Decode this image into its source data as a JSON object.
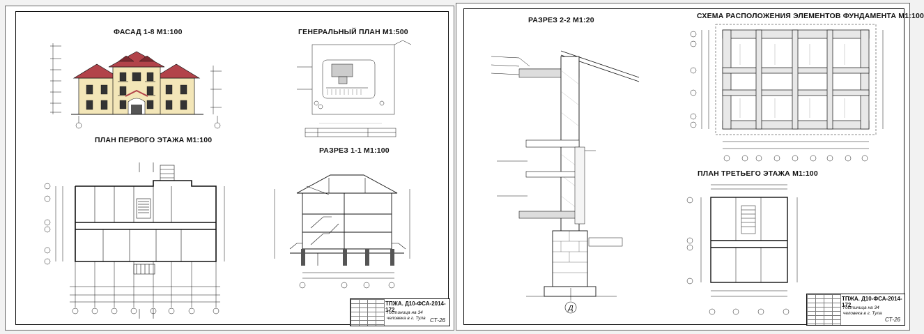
{
  "sheet_left": {
    "views": {
      "facade": "ФАСАД 1-8 М1:100",
      "site_plan": "ГЕНЕРАЛЬНЫЙ ПЛАН М1:500",
      "floor1": "ПЛАН ПЕРВОГО ЭТАЖА М1:100",
      "section11": "РАЗРЕЗ 1-1 М1:100"
    },
    "stamp": {
      "code": "ТПЖА. Д10-ФСА-2014-172",
      "name_line1": "Гостиница на 34",
      "name_line2": "человека в г. Тула",
      "sheet": "СТ-26"
    }
  },
  "sheet_right": {
    "views": {
      "section22": "РАЗРЕЗ 2-2 М1:20",
      "foundation": "СХЕМА РАСПОЛОЖЕНИЯ ЭЛЕМЕНТОВ ФУНДАМЕНТА М1:100",
      "floor3": "ПЛАН ТРЕТЬЕГО ЭТАЖА М1:100"
    },
    "axis_mark": "Д",
    "stamp": {
      "code": "ТПЖА. Д10-ФСА-2014-172",
      "name_line1": "Гостиница на 34",
      "name_line2": "человека в г. Тула",
      "sheet": "СТ-26"
    }
  },
  "colors": {
    "facade_wall": "#f3e6b8",
    "roof": "#b2434a",
    "roof_dark": "#7c2a30",
    "line": "#111111",
    "hatch": "#555555"
  }
}
